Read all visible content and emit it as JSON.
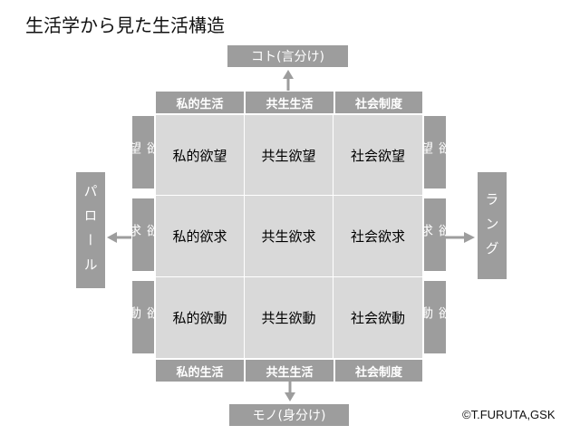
{
  "title": "生活学から見た生活構造",
  "top_box": "コト(言分け)",
  "bottom_box": "モノ(身分け)",
  "left_box": "パロール",
  "right_box": "ラング",
  "column_headers": [
    "私的生活",
    "共生生活",
    "社会制度"
  ],
  "row_labels": [
    [
      "欲",
      "望"
    ],
    [
      "欲",
      "求"
    ],
    [
      "欲",
      "動"
    ]
  ],
  "grid": [
    [
      "私的欲望",
      "共生欲望",
      "社会欲望"
    ],
    [
      "私的欲求",
      "共生欲求",
      "社会欲求"
    ],
    [
      "私的欲動",
      "共生欲動",
      "社会欲動"
    ]
  ],
  "copyright": "©T.FURUTA,GSK",
  "colors": {
    "box_gray": "#9d9d9d",
    "grid_gray": "#d9d9d9"
  }
}
